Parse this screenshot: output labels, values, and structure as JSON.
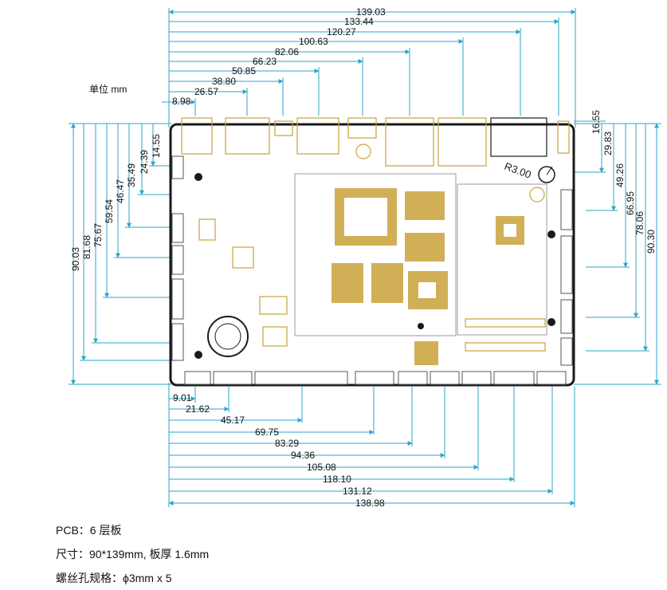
{
  "unit_label": "单位 mm",
  "top_dims": [
    "139.03",
    "133.44",
    "120.27",
    "100.63",
    "82.06",
    "66.23",
    "50.85",
    "38.80",
    "26.57",
    "8.98"
  ],
  "bottom_dims": [
    "9.01",
    "21.62",
    "45.17",
    "69.75",
    "83.29",
    "94.36",
    "105.08",
    "118.10",
    "131.12",
    "138.98"
  ],
  "left_dims": [
    "90.03",
    "81.68",
    "75.67",
    "59.54",
    "46.47",
    "35.49",
    "24.39",
    "14.55"
  ],
  "right_dims": [
    "16.55",
    "29.83",
    "49.26",
    "66.95",
    "78.06",
    "90.30"
  ],
  "corner_radius_label": "R3.00",
  "notes": [
    "PCB：6 层板",
    "尺寸：90*139mm, 板厚 1.6mm",
    "螺丝孔规格：ϕ3mm x 5"
  ],
  "colors": {
    "dimension": "#2aa6c9",
    "board": "#1a1a1a",
    "component": "#c9a23a",
    "outline": "#8a8a8a"
  }
}
